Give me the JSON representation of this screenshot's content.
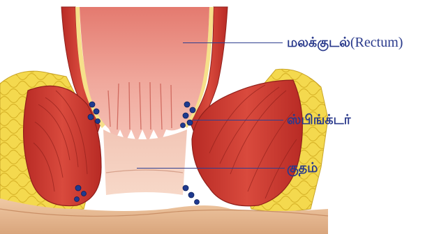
{
  "labels": {
    "rectum": {
      "tamil": "மலக்குடல்",
      "latin": "(Rectum)"
    },
    "sphincter": {
      "tamil": "ஸ்பிங்க்டர்"
    },
    "anus": {
      "tamil": "குதம்"
    }
  },
  "colors": {
    "label_text": "#2a3a8c",
    "leader_line": "#2f3f8f",
    "fat": "#f3d64a",
    "muscle": "#c8362e",
    "mucosa": "#e8958a",
    "skin": "#e9b98f",
    "vessel": "#1f3a8f"
  }
}
